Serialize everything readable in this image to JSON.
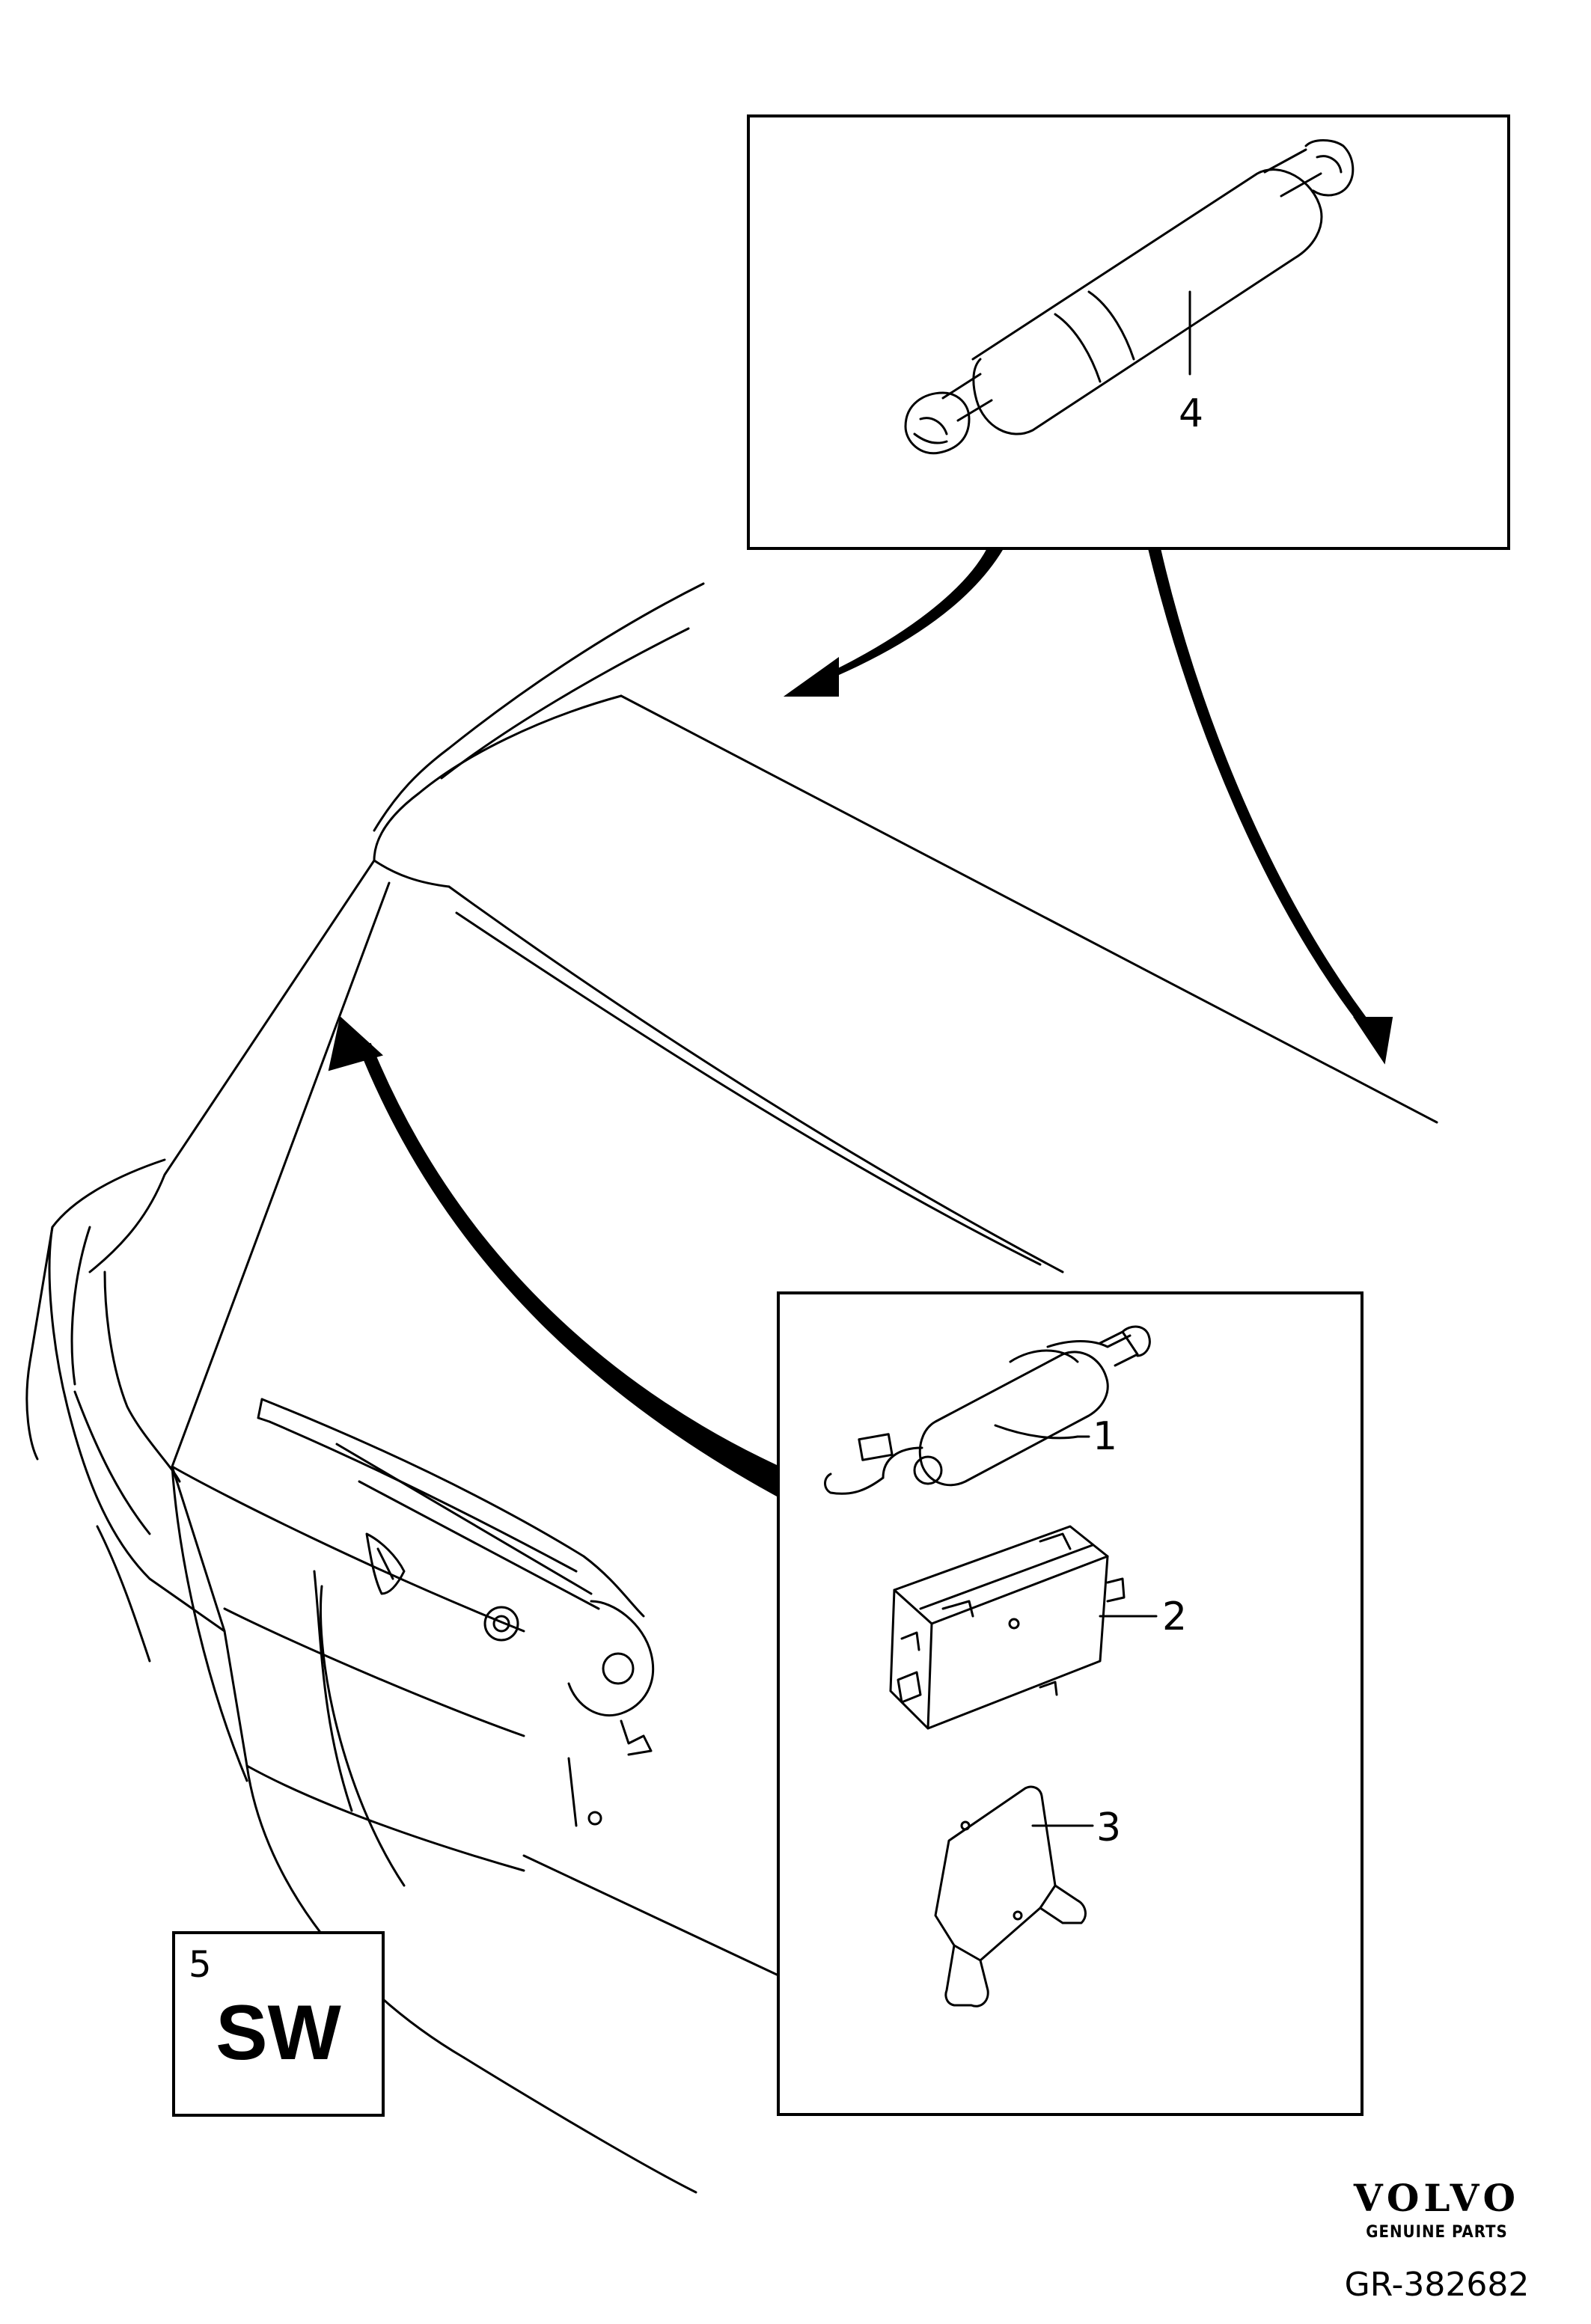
{
  "callouts": {
    "part_1": "1",
    "part_2": "2",
    "part_3": "3",
    "part_4": "4"
  },
  "badge": {
    "number": "5",
    "text": "SW"
  },
  "brand": {
    "name": "VOLVO",
    "subtitle": "GENUINE PARTS"
  },
  "reference": "GR-382682",
  "colors": {
    "line": "#000000",
    "background": "#ffffff"
  }
}
